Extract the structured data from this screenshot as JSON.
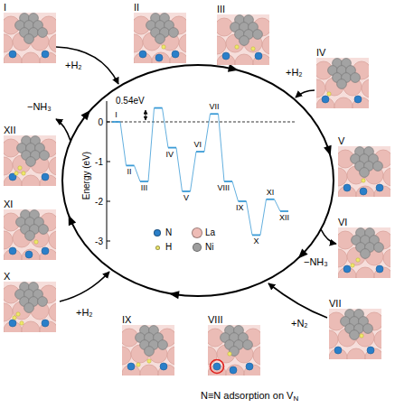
{
  "diagram": {
    "nodes": [
      {
        "text": [
          "I"
        ]
      },
      {
        "text": [
          "II"
        ]
      },
      {
        "text": [
          "III"
        ]
      },
      {
        "text": [
          "IV"
        ]
      },
      {
        "text": [
          "V"
        ]
      },
      {
        "text": [
          "VI"
        ]
      },
      {
        "text": [
          "VII"
        ]
      },
      {
        "text": [
          "VIII"
        ]
      },
      {
        "text": [
          "IX"
        ]
      },
      {
        "text": [
          "X"
        ]
      },
      {
        "text": [
          "XI"
        ]
      },
      {
        "text": [
          "XII"
        ]
      }
    ],
    "labels": [
      "+H₂",
      "−NH₃",
      "+H₂",
      "−NH₃",
      "+N₂",
      "+H₂",
      "0.54eV",
      "I",
      "II",
      "III",
      "IV",
      "V",
      "VI",
      "VII",
      "VIII",
      "IX",
      "X",
      "XI",
      "XII",
      "0",
      "-1",
      "-2",
      "-3",
      "Energy (eV)",
      "N≡N adsorption on V",
      "N"
    ],
    "legend": [
      {
        "text": "N",
        "color": "#2a7fc9"
      },
      {
        "text": "La",
        "color": "#eebcb6"
      },
      {
        "text": "H",
        "color": "#f0ea6e"
      },
      {
        "text": "Ni",
        "color": "#9e9e9e"
      }
    ]
  }
}
